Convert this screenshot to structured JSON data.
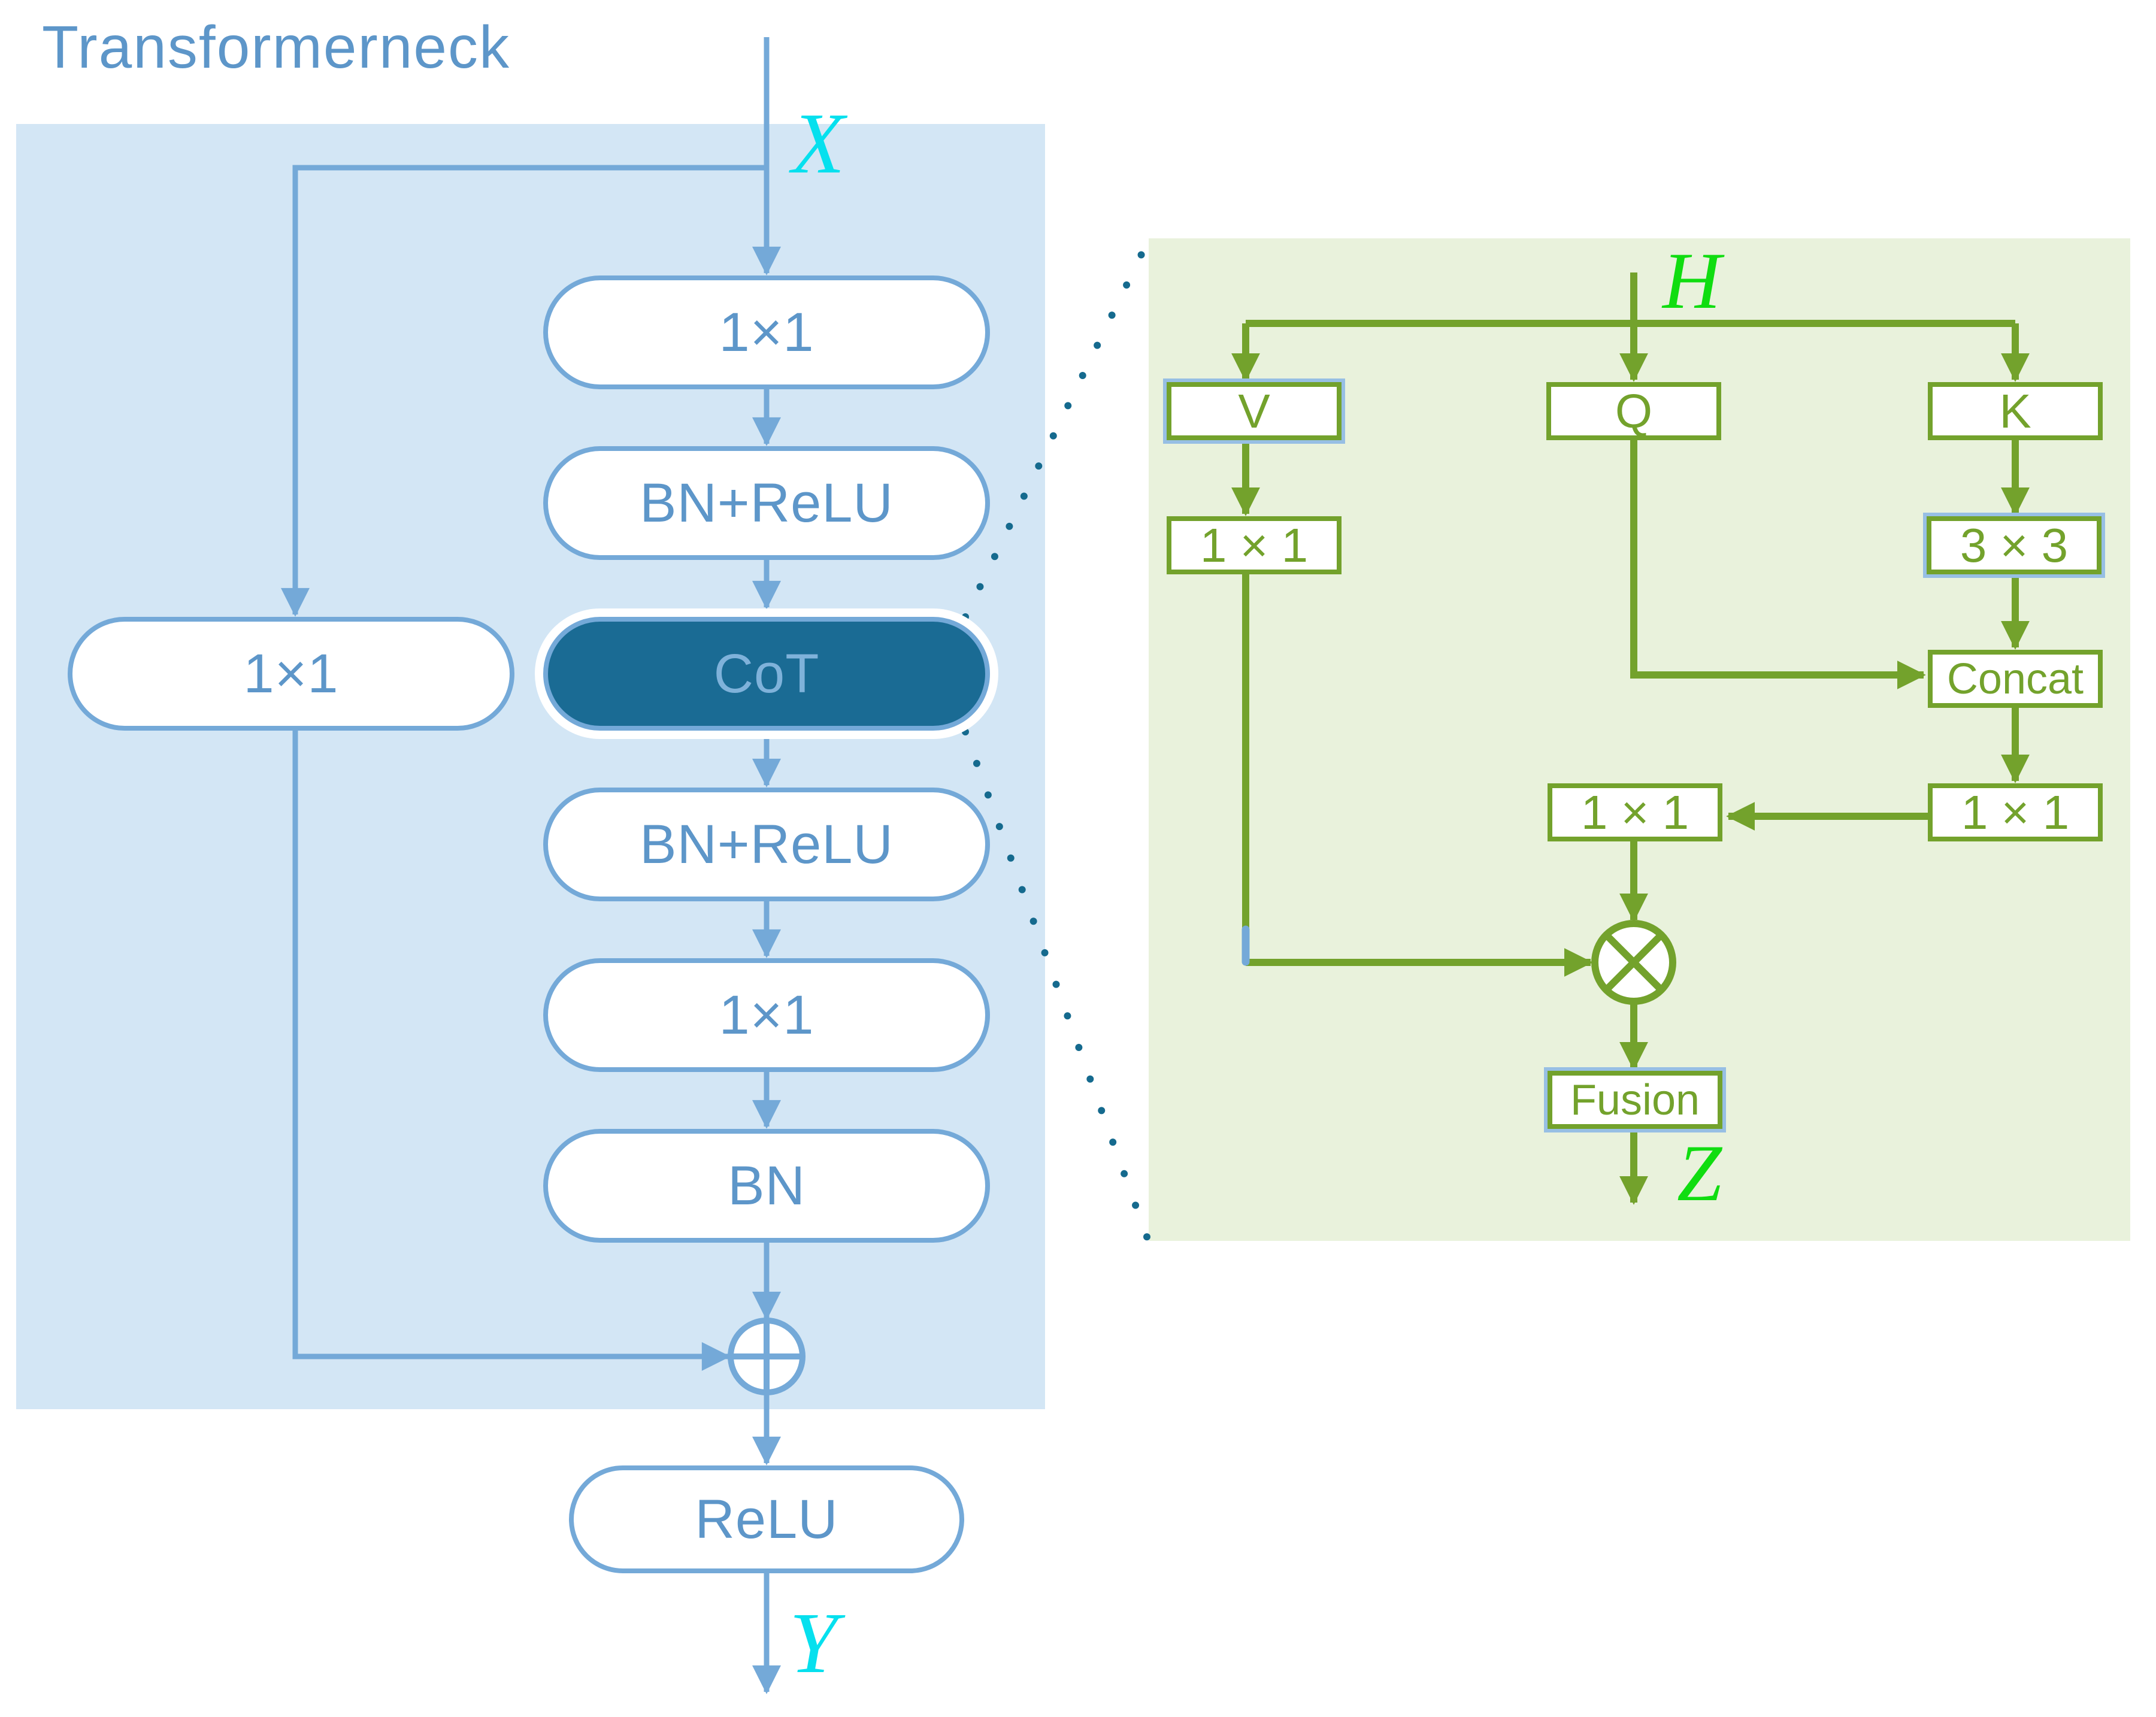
{
  "title": "Transformerneck",
  "colors": {
    "blue_stroke": "#74a9d8",
    "blue_text": "#5d96c9",
    "panel_blue": "#d3e6f5",
    "cot_fill": "#1a6b94",
    "cot_text": "#7fb2da",
    "cyan_label": "#06e0ee",
    "green_stroke": "#73a22c",
    "panel_green": "#e9f2dc",
    "bright_green": "#10dd10",
    "ghost_blue": "#97bfe4",
    "dot_teal": "#156a8e"
  },
  "left_panel": {
    "input_label": "X",
    "output_label": "Y",
    "blocks": [
      {
        "label": "1×1"
      },
      {
        "label": "BN+ReLU"
      },
      {
        "label": "CoT"
      },
      {
        "label": "BN+ReLU"
      },
      {
        "label": "1×1"
      },
      {
        "label": "BN"
      }
    ],
    "skip_block": {
      "label": "1×1"
    },
    "relu_block": {
      "label": "ReLU"
    }
  },
  "cot_detail": {
    "input_label": "H",
    "output_label": "Z",
    "value_box": {
      "label": "V"
    },
    "query_box": {
      "label": "Q"
    },
    "key_box": {
      "label": "K"
    },
    "value_conv": {
      "label": "1 × 1"
    },
    "key_conv": {
      "label": "3 × 3"
    },
    "concat_box": {
      "label": "Concat"
    },
    "concat_conv": {
      "label": "1 × 1"
    },
    "attention_conv": {
      "label": "1 × 1"
    },
    "fusion_box": {
      "label": "Fusion"
    }
  }
}
